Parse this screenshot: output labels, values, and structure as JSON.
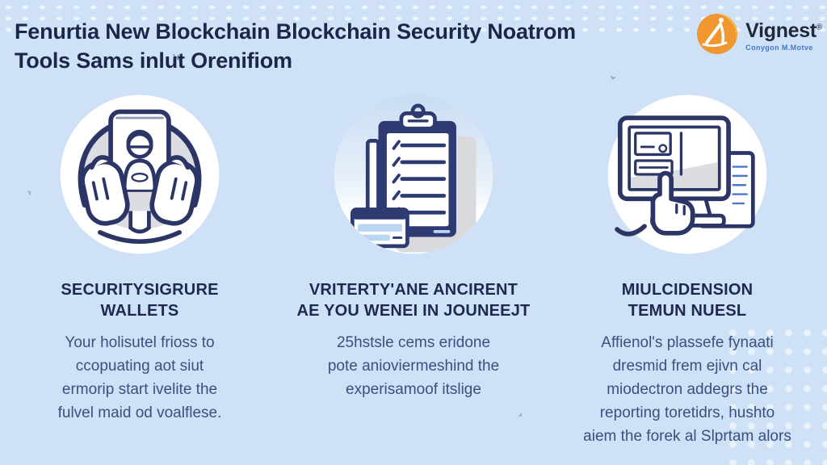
{
  "page": {
    "background_color": "#cfe1f6",
    "accent_navy": "#2b3566",
    "heading_color": "#1c2a52",
    "body_text_color": "#3a5080"
  },
  "header": {
    "title_line1": "Fenurtia New Blockchain Blockchain Security Noatrom",
    "title_line2": "Tools Sams inlut Orenifiom"
  },
  "logo": {
    "name": "Vignest",
    "registered_mark": "®",
    "tagline": "Conygon M.Motve",
    "icon": "orange-figure-logo-icon",
    "icon_color": "#f0972f"
  },
  "columns": [
    {
      "icon": "secure-wallet-hands-icon",
      "heading_line1": "SECURITYSIGRURE",
      "heading_line2": "WALLETS",
      "body_lines": [
        "Your holisutel frioss to",
        "ccopuating aot siut",
        "ermorip start ivelite the",
        "fulvel maid od voalflese."
      ]
    },
    {
      "icon": "checklist-clipboard-icon",
      "heading_line1": "VRITERTY'ANE ANCIRENT",
      "heading_line2": "AE YOU WENEI IN JOUNEEJT",
      "body_lines": [
        "25hstsle cems eridone",
        "pote anioviermeshind the",
        "experisamoof itslige"
      ]
    },
    {
      "icon": "monitor-reporting-icon",
      "heading_line1": "MIULCIDENSION",
      "heading_line2": "TEMUN NUESL",
      "body_lines": [
        "Affienol's plassefe fynaati",
        "dresmid frem ejivn cal",
        "miodectron addegrs the",
        "reporting toretidrs, hushto",
        "aiem the forek al Slprtam alors"
      ]
    }
  ]
}
